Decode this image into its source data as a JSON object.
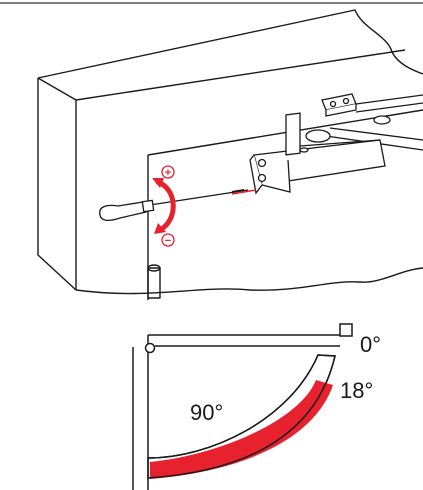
{
  "adjustment": {
    "increase_symbol": "+",
    "decrease_symbol": "−",
    "accent_color": "#e8212e"
  },
  "angles": {
    "closed_label": "0°",
    "latch_label": "18°",
    "sweep_label": "90°"
  },
  "icons": {
    "screwdriver": "screwdriver-icon",
    "door_closer": "door-closer-icon",
    "rotation_arrow": "rotation-arrow-icon"
  }
}
